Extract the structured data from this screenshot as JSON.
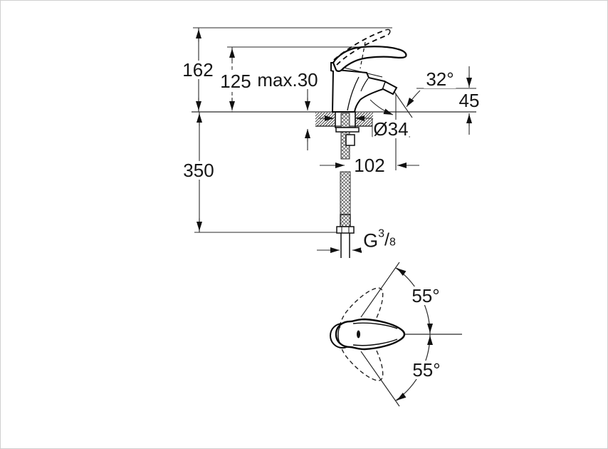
{
  "drawing": {
    "type": "technical-dimension-drawing",
    "subject": "single-lever basin mixer faucet, side elevation with mounting parts and plan view of lever swing",
    "colors": {
      "line": "#111111",
      "dim_line": "#2a2a2a",
      "background": "#ffffff",
      "text": "#161616"
    },
    "dimensions": {
      "height_total": "162",
      "height_lever": "125",
      "deck_thickness_max": "max.30",
      "spout_angle": "32°",
      "outlet_height": "45",
      "hole_diameter": "Ø34",
      "spout_reach": "102",
      "hose_length": "350",
      "thread": {
        "prefix": "G",
        "sup": "3",
        "slash": "/",
        "sub": "8"
      },
      "swing_upper": "55°",
      "swing_lower": "55°"
    }
  }
}
